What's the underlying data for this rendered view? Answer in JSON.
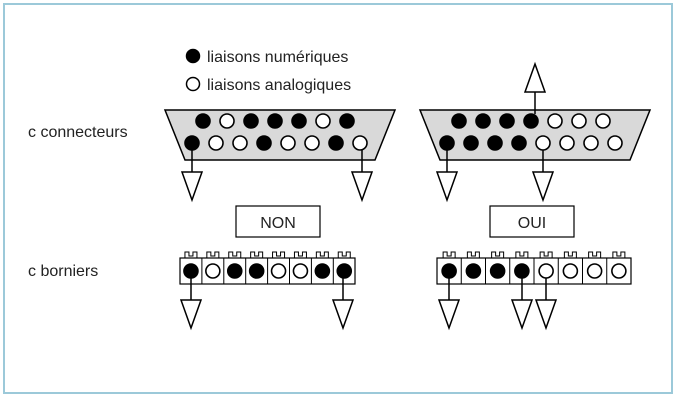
{
  "legend": {
    "digital_label": "liaisons numériques",
    "analog_label": "liaisons analogiques"
  },
  "row_labels": {
    "connectors": "c connecteurs",
    "terminals": "c borniers"
  },
  "verdicts": {
    "left": "NON",
    "right": "OUI"
  },
  "colors": {
    "frame": "#9cc9d9",
    "digital_fill": "#000000",
    "analog_fill": "#ffffff",
    "connector_fill": "#d9d9d9"
  },
  "connectors": {
    "left": {
      "top_row": [
        "digital",
        "analog",
        "digital",
        "digital",
        "digital",
        "analog",
        "digital"
      ],
      "bottom_row": [
        "digital",
        "analog",
        "analog",
        "digital",
        "analog",
        "analog",
        "digital",
        "analog"
      ]
    },
    "right": {
      "top_row": [
        "digital",
        "digital",
        "digital",
        "digital",
        "analog",
        "analog",
        "analog"
      ],
      "bottom_row": [
        "digital",
        "digital",
        "digital",
        "digital",
        "analog",
        "analog",
        "analog",
        "analog"
      ]
    }
  },
  "terminals": {
    "left": [
      "digital",
      "analog",
      "digital",
      "digital",
      "analog",
      "analog",
      "digital",
      "digital"
    ],
    "right": [
      "digital",
      "digital",
      "digital",
      "digital",
      "analog",
      "analog",
      "analog",
      "analog"
    ]
  }
}
